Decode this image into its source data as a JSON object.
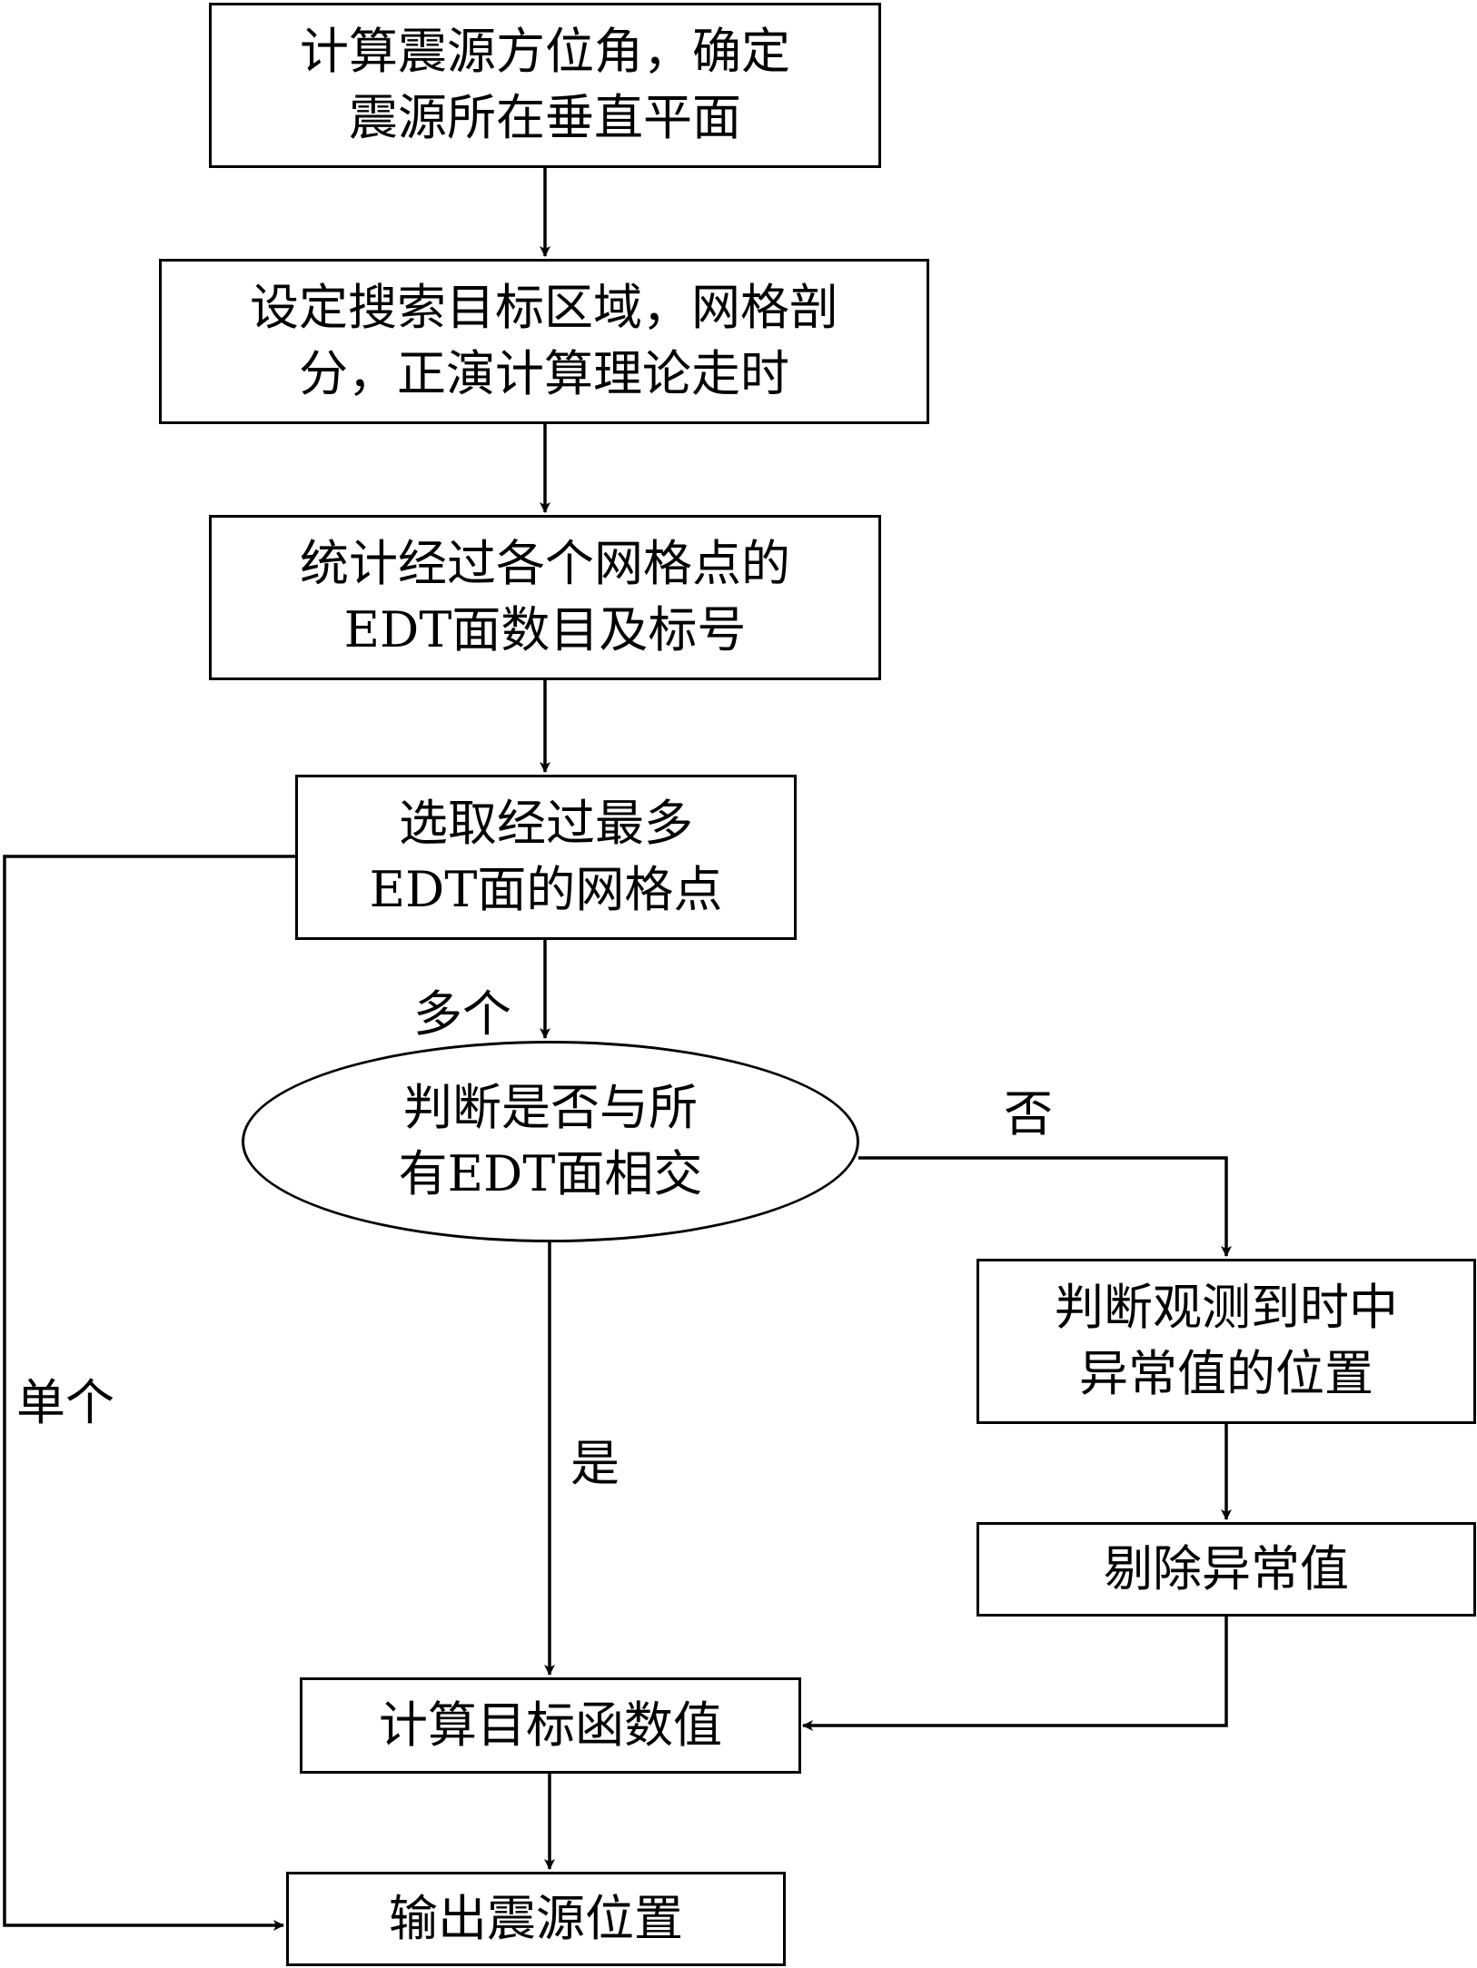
{
  "nodes": {
    "n1": {
      "line1": "计算震源方位角，确定",
      "line2": "震源所在垂直平面"
    },
    "n2": {
      "line1": "设定搜索目标区域，网格剖",
      "line2": "分，正演计算理论走时"
    },
    "n3": {
      "line1": "统计经过各个网格点的",
      "line2": "EDT面数目及标号"
    },
    "n4": {
      "line1": "选取经过最多",
      "line2": "EDT面的网格点"
    },
    "n5": {
      "line1": "判断是否与所",
      "line2": "有EDT面相交"
    },
    "n6": {
      "line1": "判断观测到时中",
      "line2": "异常值的位置"
    },
    "n7": {
      "line1": "剔除异常值"
    },
    "n8": {
      "line1": "计算目标函数值"
    },
    "n9": {
      "line1": "输出震源位置"
    }
  },
  "edge_labels": {
    "multiple": "多个",
    "no": "否",
    "yes": "是",
    "single": "单个"
  },
  "colors": {
    "stroke": "#000000",
    "background": "#ffffff"
  }
}
